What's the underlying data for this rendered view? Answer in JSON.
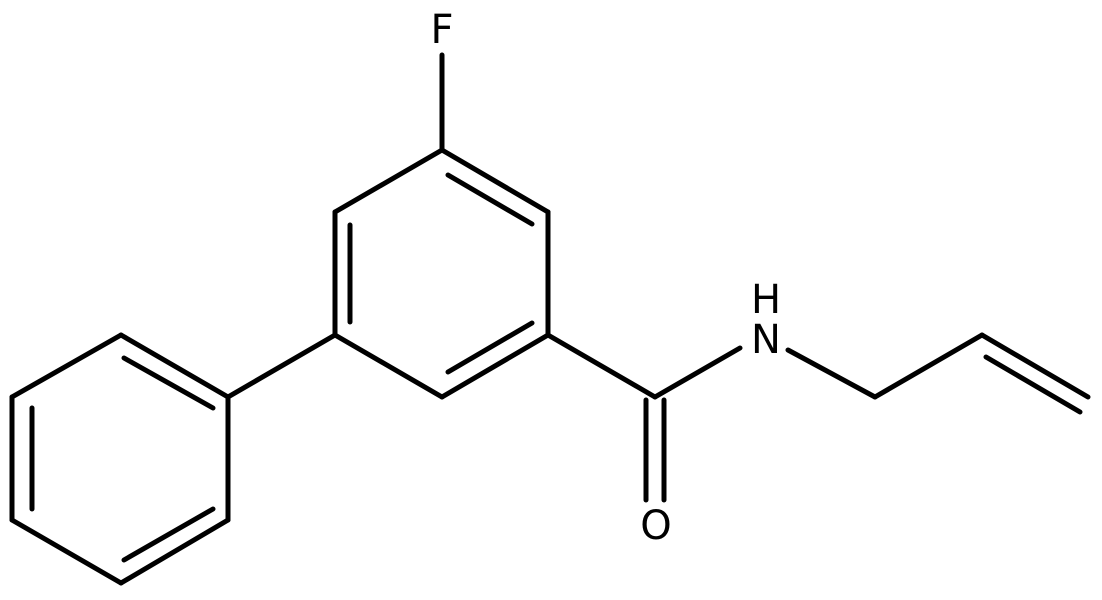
{
  "molecule": {
    "atoms": {
      "fluorine": "F",
      "nitrogen": "N",
      "hydrogen": "H",
      "oxygen": "O"
    },
    "colors": {
      "bond": "#000000",
      "label": "#000000",
      "background": "#ffffff"
    }
  }
}
